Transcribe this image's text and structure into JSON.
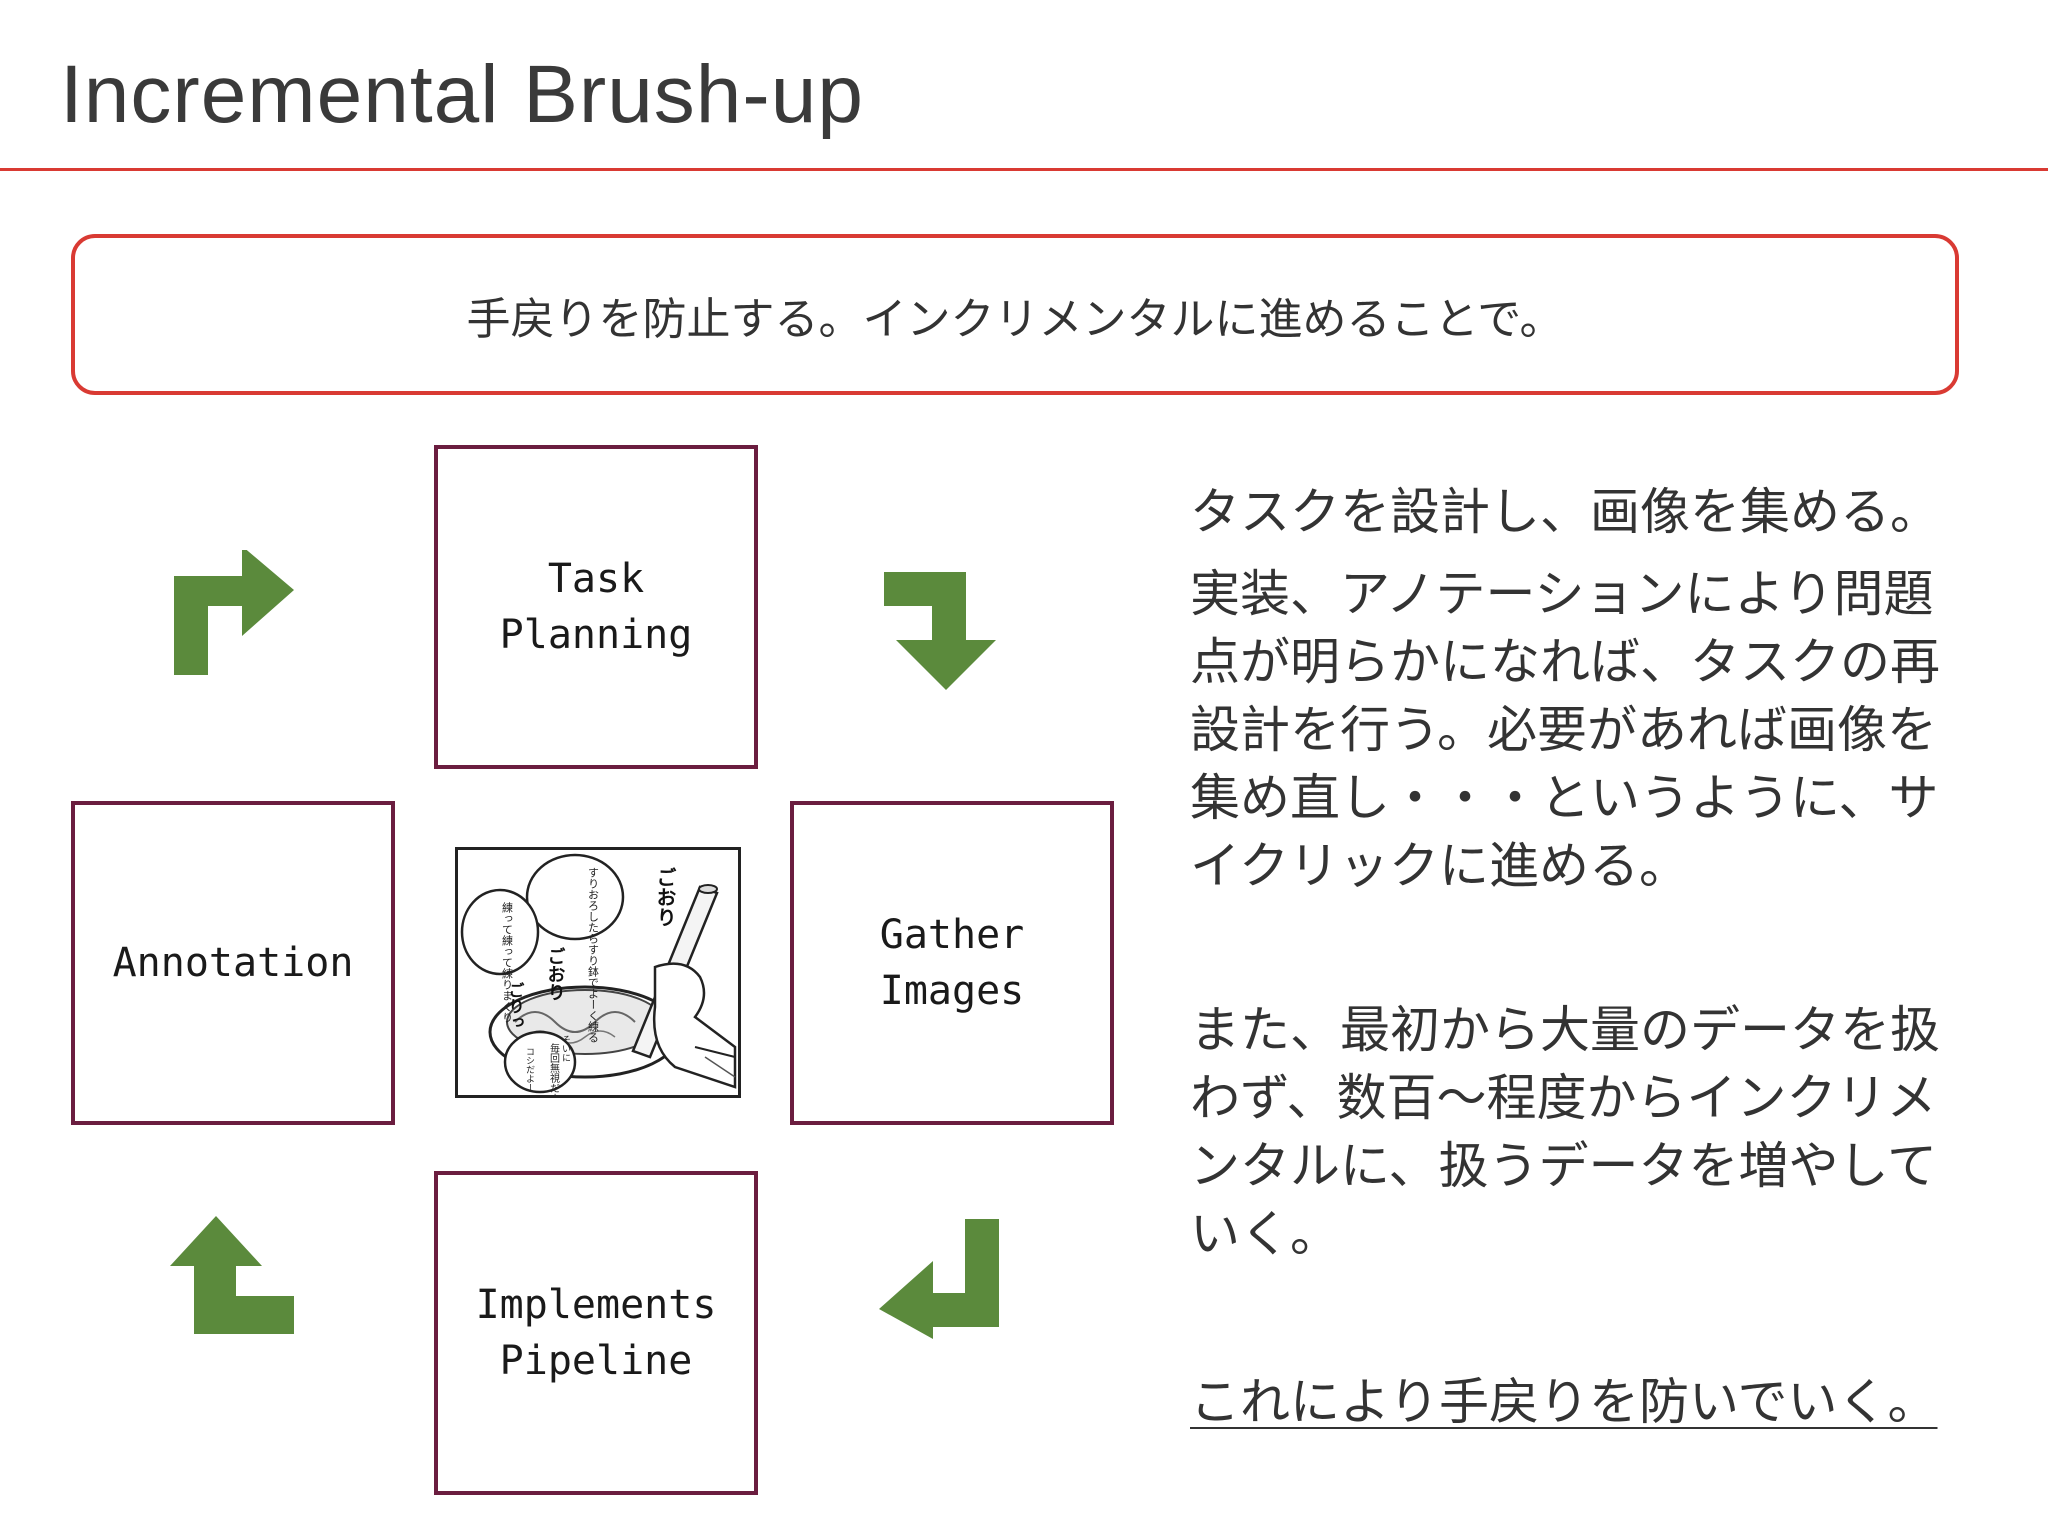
{
  "slide": {
    "title": "Incremental Brush-up",
    "banner": "手戻りを防止する。インクリメンタルに進めることで。"
  },
  "cycle": {
    "steps": [
      {
        "label": "Task\nPlanning"
      },
      {
        "label": "Gather\nImages"
      },
      {
        "label": "Implements\nPipeline"
      },
      {
        "label": "Annotation"
      }
    ],
    "arrow_color": "#5b8a3c",
    "box_border_color": "#6b1d3f",
    "illustration": {
      "bubble_1": "すりおろしたらすり鉢でよーく練る",
      "bubble_2": "練って練って練りまくり",
      "sfx_1": "ごおり",
      "sfx_2": "ごおり",
      "sfx_3": "ごりっ",
      "bubble_3": "毎回無視だよ",
      "bubble_3_side": "コシだよー",
      "bubble_3_top": "そいに"
    }
  },
  "explanation": {
    "para1": "タスクを設計し、画像を集める。",
    "para2": "実装、アノテーションにより問題点が明らかになれば、タスクの再設計を行う。必要があれば画像を集め直し・・・というように、サイクリックに進める。",
    "para3": "また、最初から大量のデータを扱わず、数百～程度からインクリメンタルに、扱うデータを増やしていく。",
    "para4": "これにより手戻りを防いでいく。"
  },
  "colors": {
    "accent_red": "#d93a33"
  }
}
